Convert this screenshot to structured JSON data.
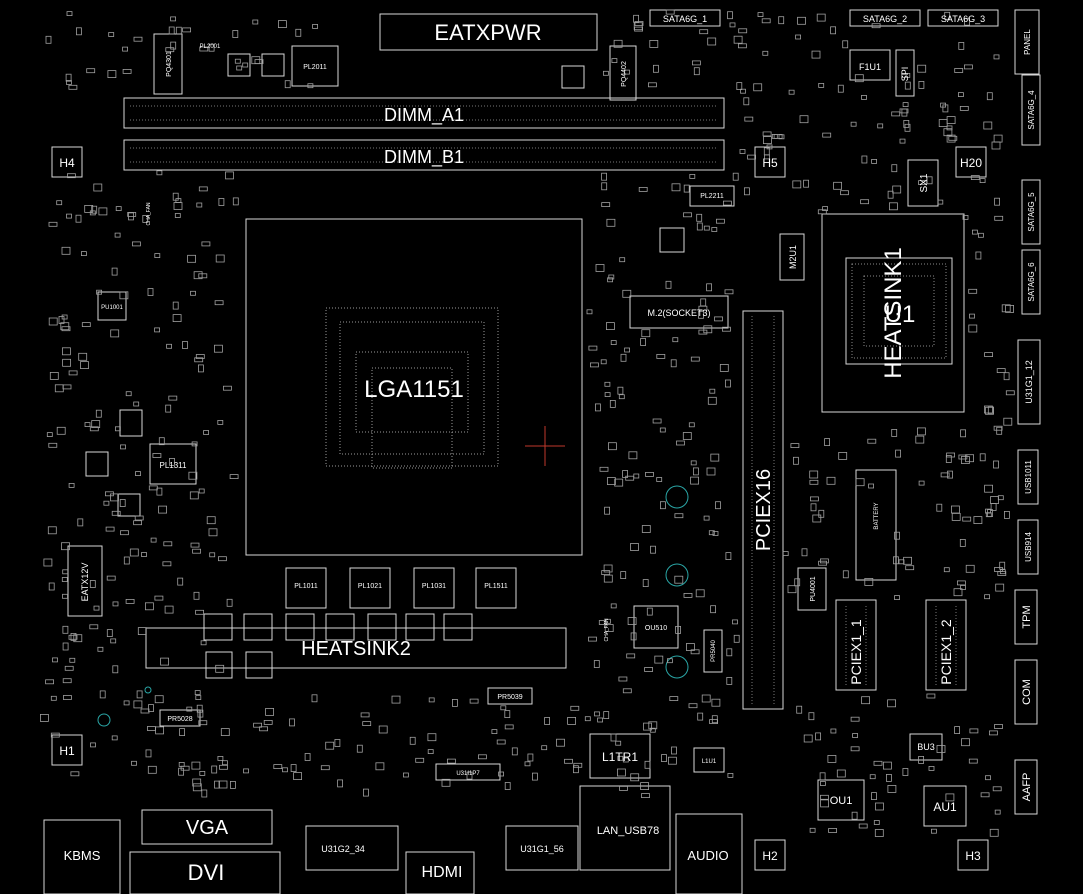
{
  "board": {
    "background": "#000000",
    "outline_color": "#d8d8d8",
    "accent_red": "#c0392b",
    "accent_cyan": "#2aa6a6"
  },
  "labels": {
    "eatxpwr": "EATXPWR",
    "sata1": "SATA6G_1",
    "sata2": "SATA6G_2",
    "sata3": "SATA6G_3",
    "sata4": "SATA6G_4",
    "sata5": "SATA6G_5",
    "sata6": "SATA6G_6",
    "panel": "PANEL",
    "dimm_a1": "DIMM_A1",
    "dimm_b1": "DIMM_B1",
    "pq4301": "PQ4301",
    "pl2001": "PL2001",
    "pl2011": "PL2011",
    "pq4402": "PQ4402",
    "f1u1": "F1U1",
    "spi": "SPI",
    "h4": "H4",
    "h5": "H5",
    "h20": "H20",
    "sx1": "SX1",
    "pl2211": "PL2211",
    "m2u1": "M2U1",
    "m2socket": "M.2(SOCKET3)",
    "heatsink1": "HEATSINK1",
    "u1": "U1",
    "lga": "LGA1151",
    "pu1001": "PU1001",
    "cha_fan": "CHA_FAN",
    "pl1311": "PL1311",
    "pciex16": "PCIEX16",
    "u31g1_12": "U31G1_12",
    "usb1011": "USB1011",
    "usb914": "USB914",
    "battery": "BATTERY",
    "eatx12v": "EATX12V",
    "pl1011": "PL1011",
    "pl1021": "PL1021",
    "pl1031": "PL1031",
    "pl1511": "PL1511",
    "heatsink2": "HEATSINK2",
    "ou510": "OU510",
    "pr5040": "PR5040",
    "pu4001": "PU4001",
    "pciex1_1": "PCIEX1_1",
    "pciex1_2": "PCIEX1_2",
    "tpm": "TPM",
    "com": "COM",
    "pr5028": "PR5028",
    "pr5039": "PR5039",
    "h1": "H1",
    "l1tr1": "L1TR1",
    "bu3": "BU3",
    "ou1": "OU1",
    "au1": "AU1",
    "aafp": "AAFP",
    "vga": "VGA",
    "kbms": "KBMS",
    "dvi": "DVI",
    "u31g2_34": "U31G2_34",
    "hdmi": "HDMI",
    "u31g1_56": "U31G1_56",
    "lan_usb78": "LAN_USB78",
    "audio": "AUDIO",
    "h2": "H2",
    "h3": "H3",
    "u31i1p7": "U31I1P7",
    "l1u1": "L1U1"
  }
}
